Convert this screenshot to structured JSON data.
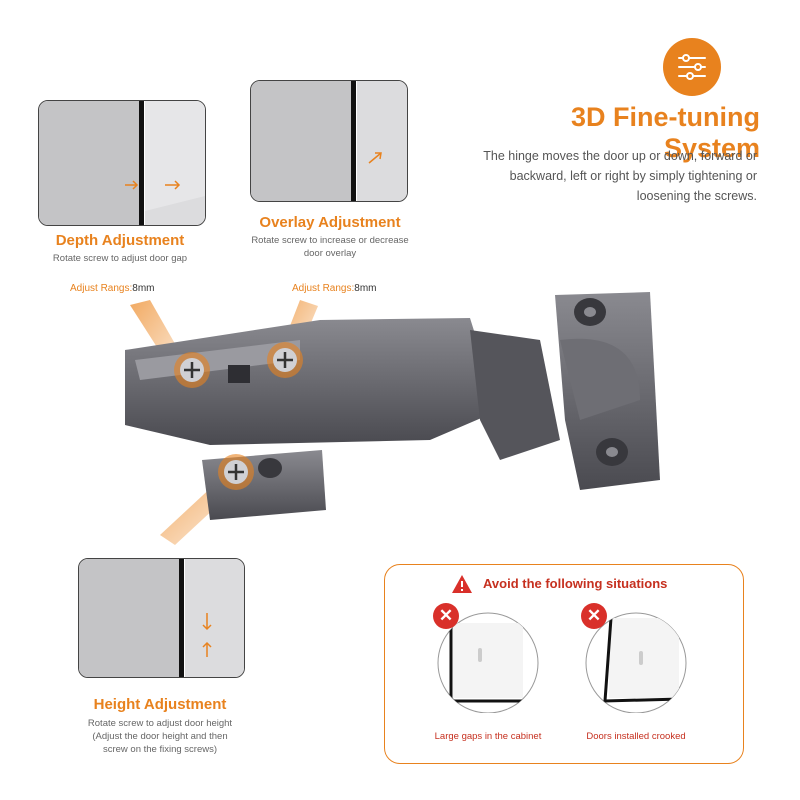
{
  "header": {
    "title": "3D Fine-tuning System",
    "description": "The hinge moves the door up or down, forward or backward, left or right by simply tightening or loosening the screws.",
    "icon": "sliders-icon"
  },
  "depth": {
    "title": "Depth Adjustment",
    "subtitle": "Rotate screw to adjust door gap"
  },
  "overlay": {
    "title": "Overlay Adjustment",
    "subtitle_line1": "Rotate screw to increase or decrease",
    "subtitle_line2": "door overlay"
  },
  "height": {
    "title": "Height Adjustment",
    "subtitle_line1": "Rotate screw to adjust door height",
    "subtitle_line2": "(Adjust the door height and then",
    "subtitle_line3": "screw on the fixing screws)"
  },
  "range_left": {
    "key": "Adjust Rangs:",
    "value": "8mm"
  },
  "range_right": {
    "key": "Adjust Rangs:",
    "value": "8mm"
  },
  "warning": {
    "title": "Avoid the following situations",
    "icon": "warning-icon",
    "items": [
      {
        "label": "Large gaps in the cabinet",
        "icon": "error-x-icon"
      },
      {
        "label": "Doors installed crooked",
        "icon": "error-x-icon"
      }
    ]
  },
  "colors": {
    "accent": "#e8821e",
    "error": "#d9302a",
    "metal": "#5a5a5e"
  }
}
